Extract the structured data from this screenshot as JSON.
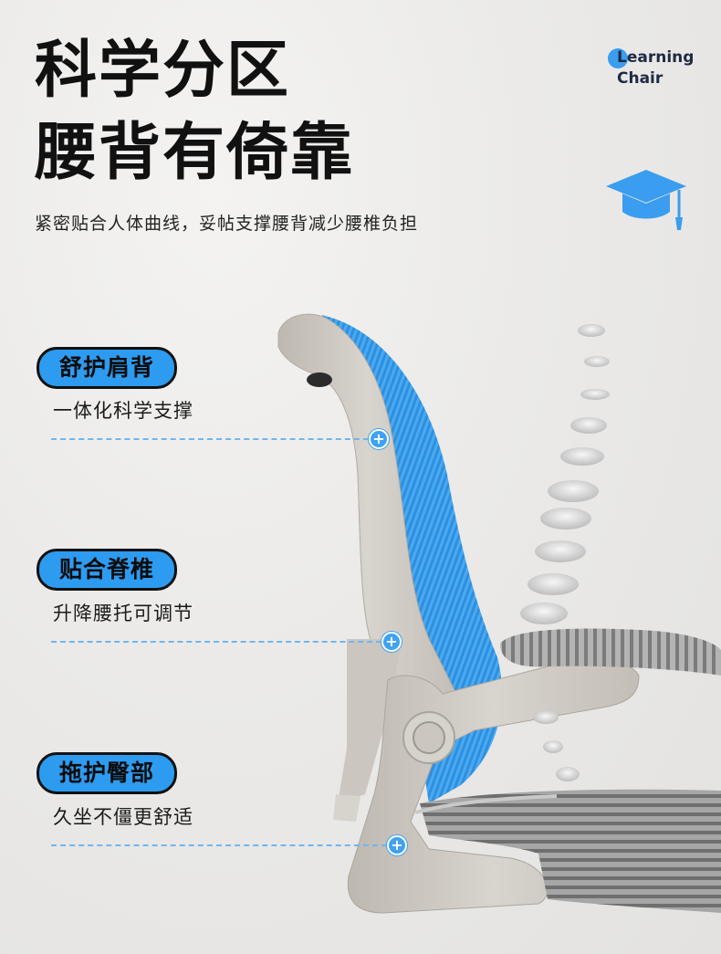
{
  "header": {
    "title_line1": "科学分区",
    "title_line2": "腰背有倚靠",
    "subtitle": "紧密贴合人体曲线，妥帖支撑腰背减少腰椎负担"
  },
  "brand": {
    "line1": "Learning",
    "line2": "Chair",
    "icon": "graduation-cap-icon",
    "accent": "#3a9df0"
  },
  "features": [
    {
      "tag": "舒护肩背",
      "desc": "一体化科学支撑"
    },
    {
      "tag": "贴合脊椎",
      "desc": "升降腰托可调节"
    },
    {
      "tag": "拖护臀部",
      "desc": "久坐不僵更舒适"
    }
  ],
  "colors": {
    "pill": "#2d9bf0",
    "mesh_blue": "#3aa3ef",
    "frame_gray": "#cfcac3",
    "seat_gray": "#8f8f8f"
  }
}
